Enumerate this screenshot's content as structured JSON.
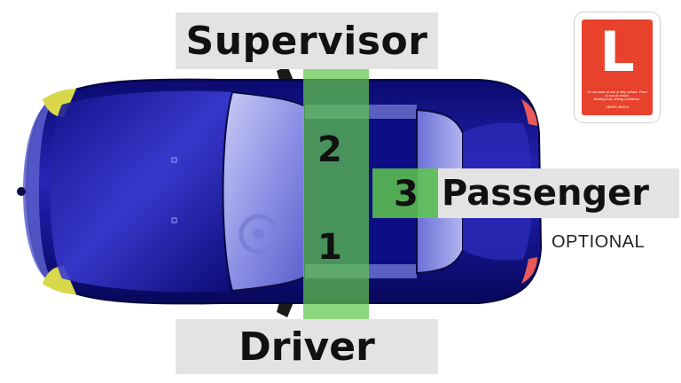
{
  "labels": {
    "supervisor": "Supervisor",
    "driver": "Driver",
    "passenger": "Passenger",
    "optional": "OPTIONAL"
  },
  "seats": {
    "seat_1": "1",
    "seat_2": "2",
    "seat_3": "3"
  },
  "l_plate": {
    "letter": "L",
    "notice": "Do not place on wet or dirty surface. Place on rear of vehicle.",
    "tagline": "Building trust, driving confidence.",
    "code": "ORDER 3BJ014"
  },
  "colors": {
    "car_body": "#0d0d8a",
    "seat_highlight": "#5fc84b",
    "label_background": "#e3e3e3",
    "l_plate_red": "#e8412c"
  }
}
